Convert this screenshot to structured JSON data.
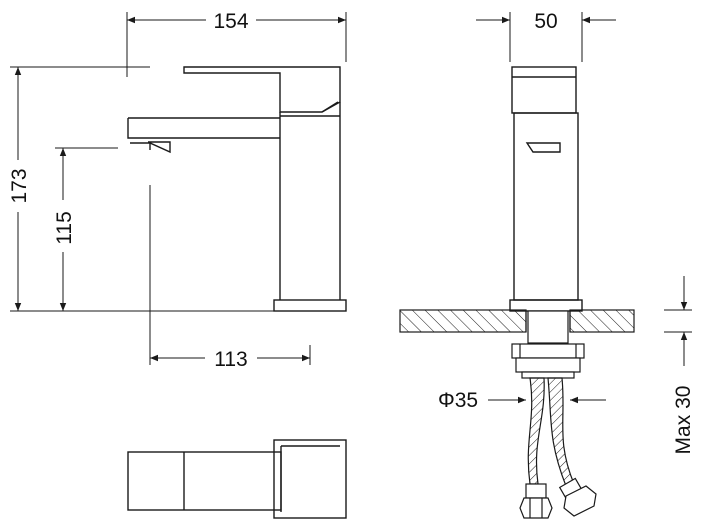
{
  "drawing": {
    "dimensions": {
      "total_width": "154",
      "total_height": "173",
      "spout_height": "115",
      "spout_reach": "113",
      "body_depth": "50",
      "hole_diameter": "Φ35",
      "max_deck": "Max 30"
    },
    "colors": {
      "line": "#1a1a1a",
      "hatch_fill": "#ffffff"
    }
  }
}
